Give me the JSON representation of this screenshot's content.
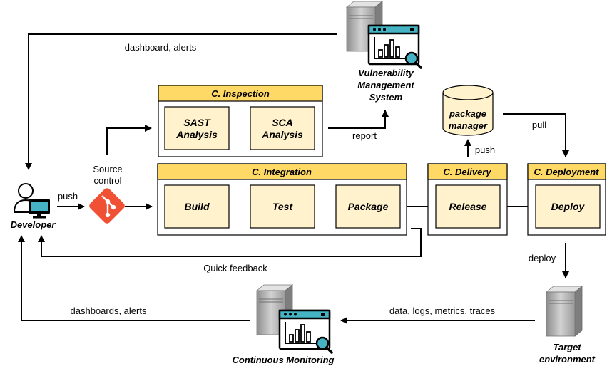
{
  "colors": {
    "header_fill": "#ffd966",
    "box_fill": "#fff2cc",
    "git_orange": "#f05033",
    "monitor_teal": "#45b3c4",
    "server_gray": "#a8a8a8"
  },
  "icons": {
    "developer": "user-with-monitor-icon",
    "source_control": "git-icon",
    "servers": "server-icon",
    "monitoring": "dashboard-magnifier-icon",
    "package_manager": "cylinder-database-icon"
  },
  "nodes": {
    "developer": "Developer",
    "source_control": [
      "Source",
      "control"
    ],
    "vms": [
      "Vulnerability",
      "Management",
      "System"
    ],
    "package_manager": [
      "package",
      "manager"
    ],
    "target": [
      "Target",
      "environment"
    ],
    "monitoring": "Continuous Monitoring"
  },
  "groups": {
    "inspection": {
      "title": "C. Inspection",
      "steps": [
        [
          "SAST",
          "Analysis"
        ],
        [
          "SCA",
          "Analysis"
        ]
      ]
    },
    "integration": {
      "title": "C. Integration",
      "steps": [
        "Build",
        "Test",
        "Package"
      ]
    },
    "delivery": {
      "title": "C. Delivery",
      "steps": [
        "Release"
      ]
    },
    "deployment": {
      "title": "C. Deployment",
      "steps": [
        "Deploy"
      ]
    }
  },
  "edges": {
    "dashboard_alerts": "dashboard, alerts",
    "push_dev": "push",
    "report": "report",
    "push_pkg": "push",
    "pull": "pull",
    "quick_feedback": "Quick feedback",
    "deploy": "deploy",
    "telemetry": "data, logs, metrics, traces",
    "dashboards_alerts": "dashboards, alerts"
  }
}
